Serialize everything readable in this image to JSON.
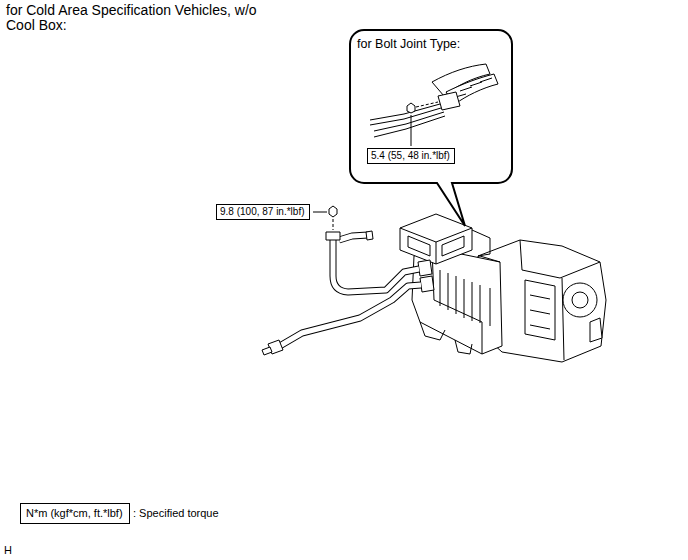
{
  "diagram": {
    "title": "for Cold Area Specification Vehicles, w/o Cool Box:",
    "nodes": [
      {
        "text": [
          "for Bolt Joint Type:"
        ]
      },
      {
        "text": [
          "5.4 (55, 48 in.*lbf)"
        ],
        "in": 0
      },
      {
        "text": [
          "9.8 (100, 87 in.*lbf)"
        ]
      },
      {
        "text": [
          "N*m (kgf*cm, ft.*lbf)"
        ]
      }
    ],
    "labels": [
      "H"
    ],
    "legend": [
      {
        "text": ": Specified torque"
      }
    ]
  }
}
